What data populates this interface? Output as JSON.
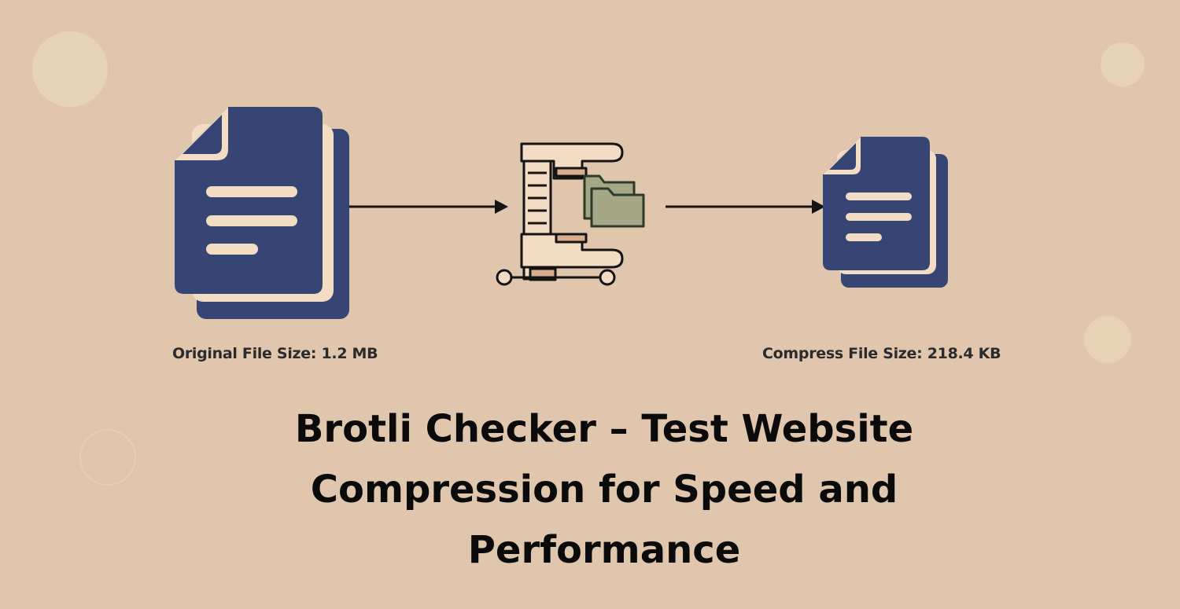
{
  "colors": {
    "background": "#dfc6ad",
    "document": "#364574",
    "document_outline": "#f3dcc4",
    "document_lines": "#f3dcc4",
    "arrow": "#141414",
    "clamp_fill": "#f3dcc4",
    "clamp_outline": "#141414",
    "clamp_accent": "#d8ad8e",
    "folder": "#a4a686",
    "folder_outline": "#2d3a2a",
    "decor_circle": "#e8d4b8",
    "headline": "#0b0b0b"
  },
  "icons": {
    "original": "document-stack-icon",
    "compressor": "clamp-compress-icon",
    "folder": "folder-icon",
    "compressed": "document-stack-icon"
  },
  "labels": {
    "original": "Original File Size: 1.2 MB",
    "compressed": "Compress File Size: 218.4 KB"
  },
  "headline": "Brotli Checker – Test Website Compression for Speed and Performance"
}
